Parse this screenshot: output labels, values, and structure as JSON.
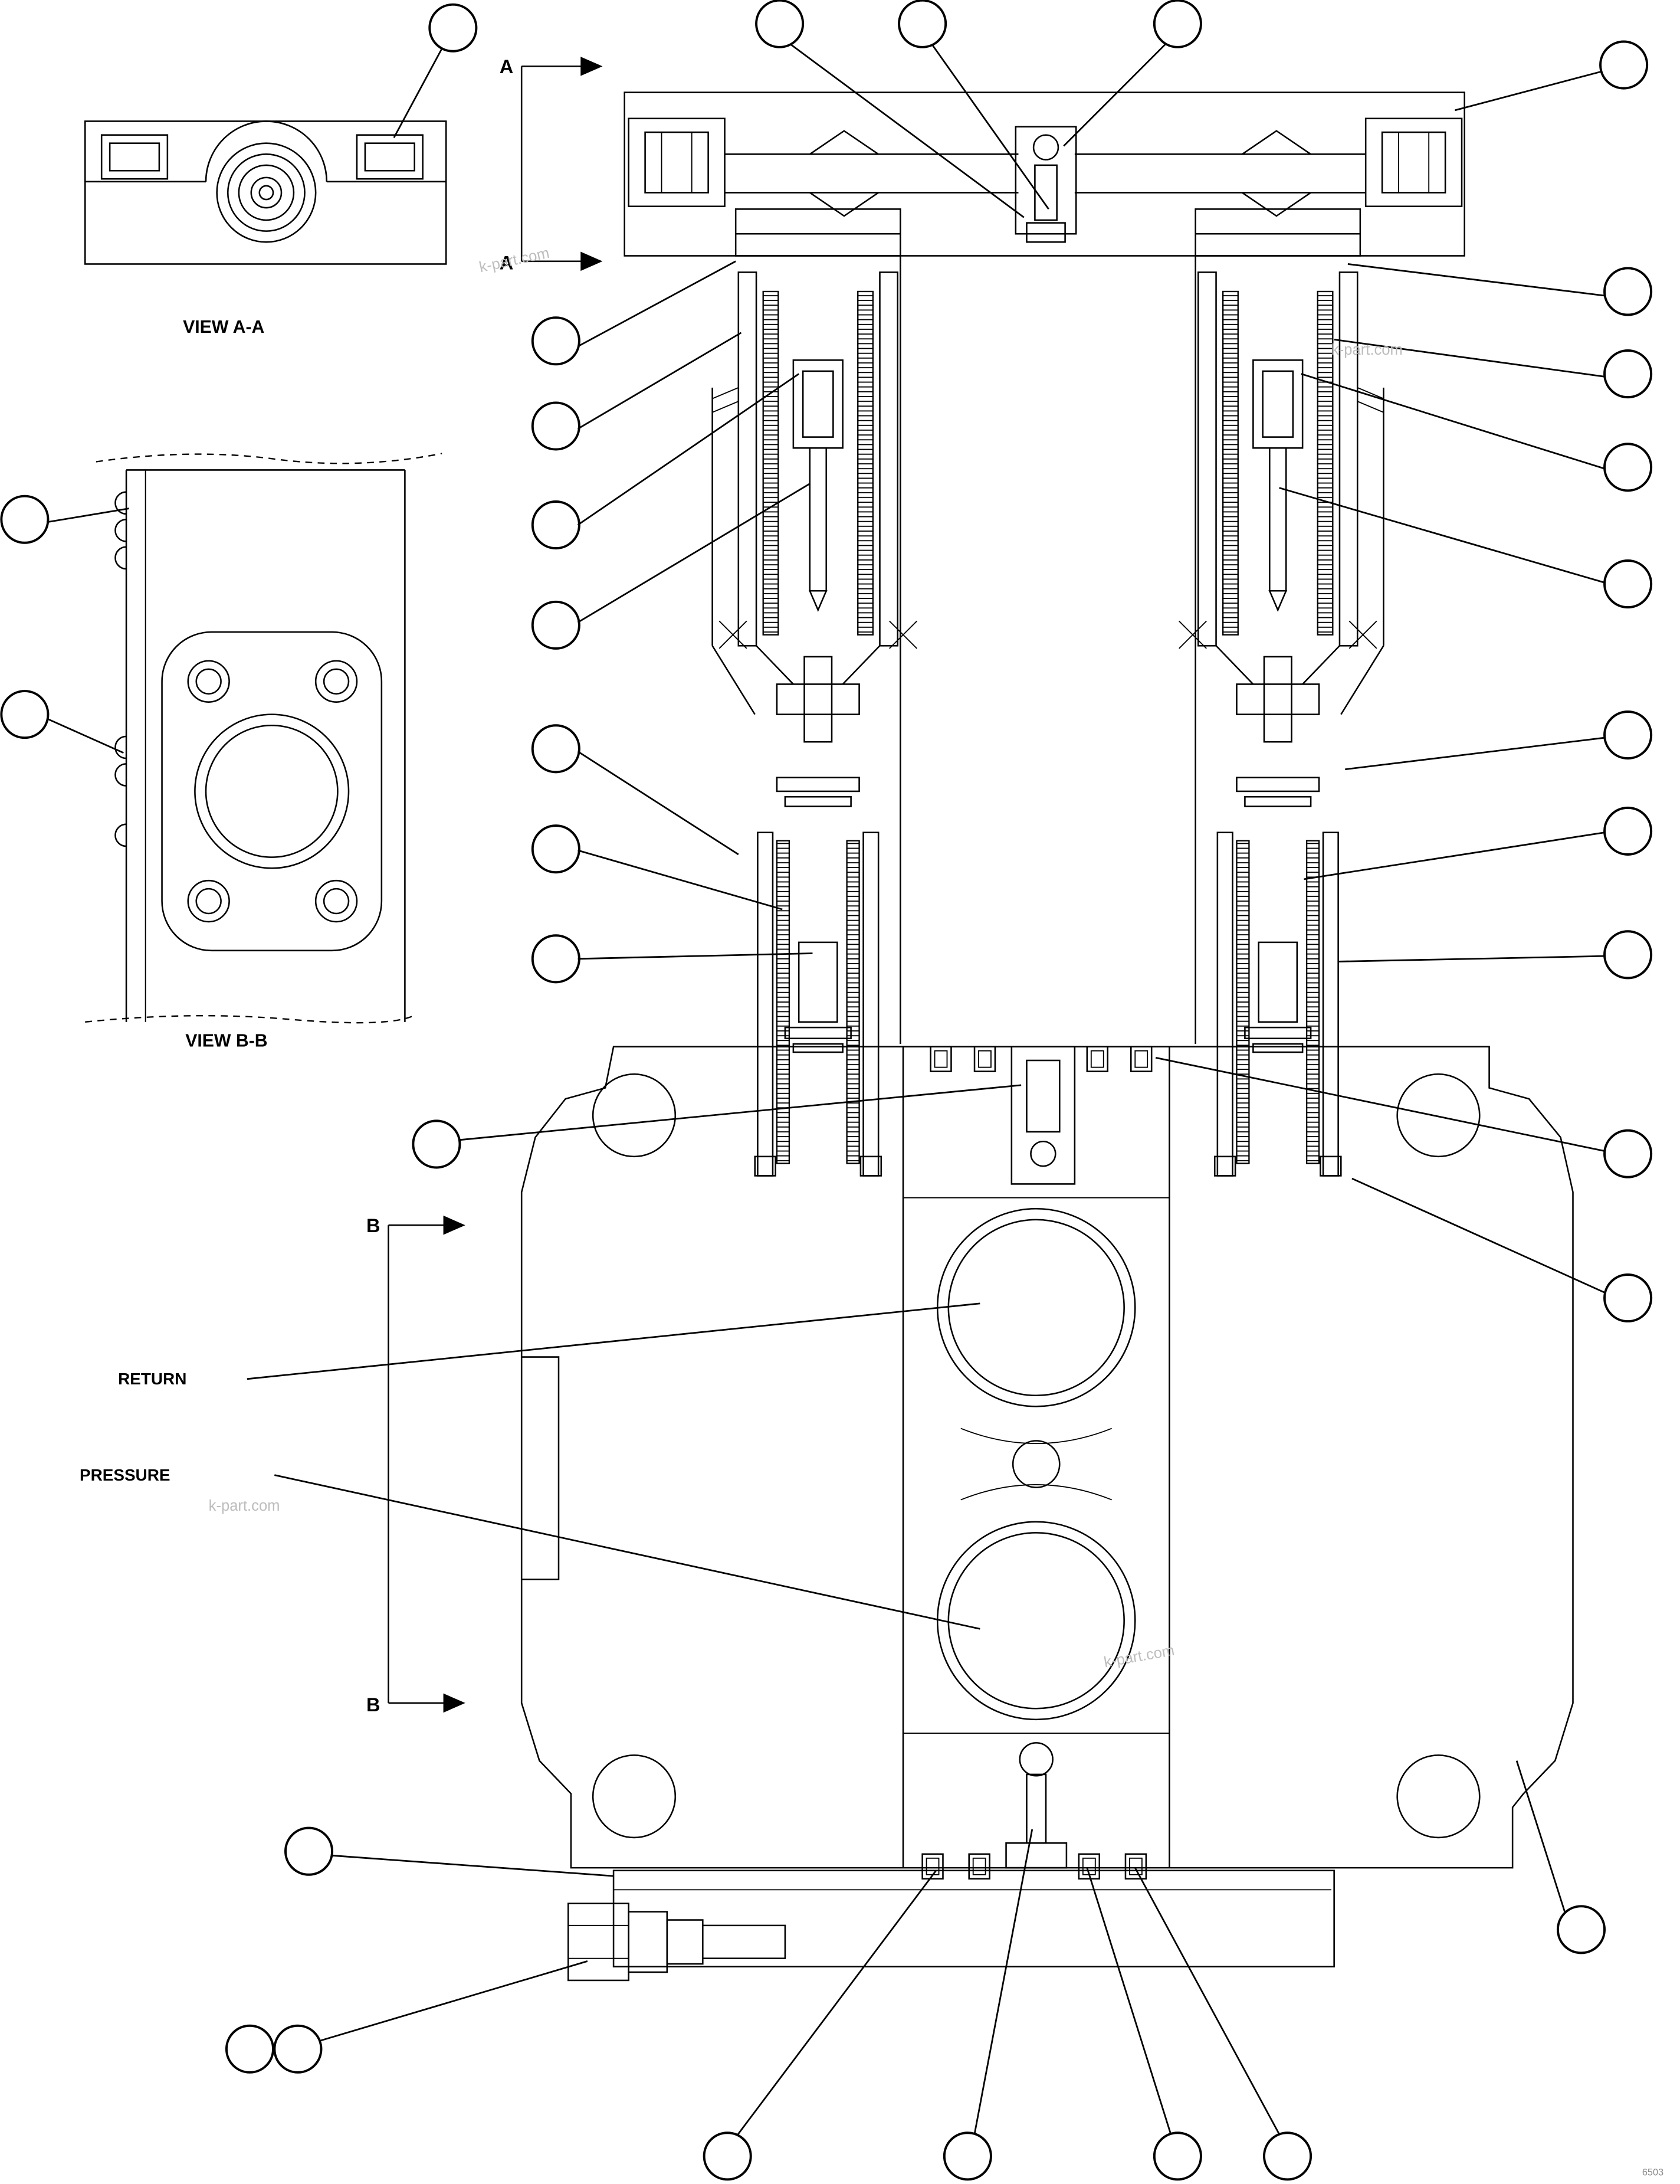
{
  "diagram": {
    "title_view_aa": "VIEW A-A",
    "title_view_bb": "VIEW B-B",
    "label_return": "RETURN",
    "label_pressure": "PRESSURE",
    "section_marker_a": "A",
    "section_marker_b": "B",
    "watermark": "k-part.com",
    "sheet_code": "6503"
  }
}
